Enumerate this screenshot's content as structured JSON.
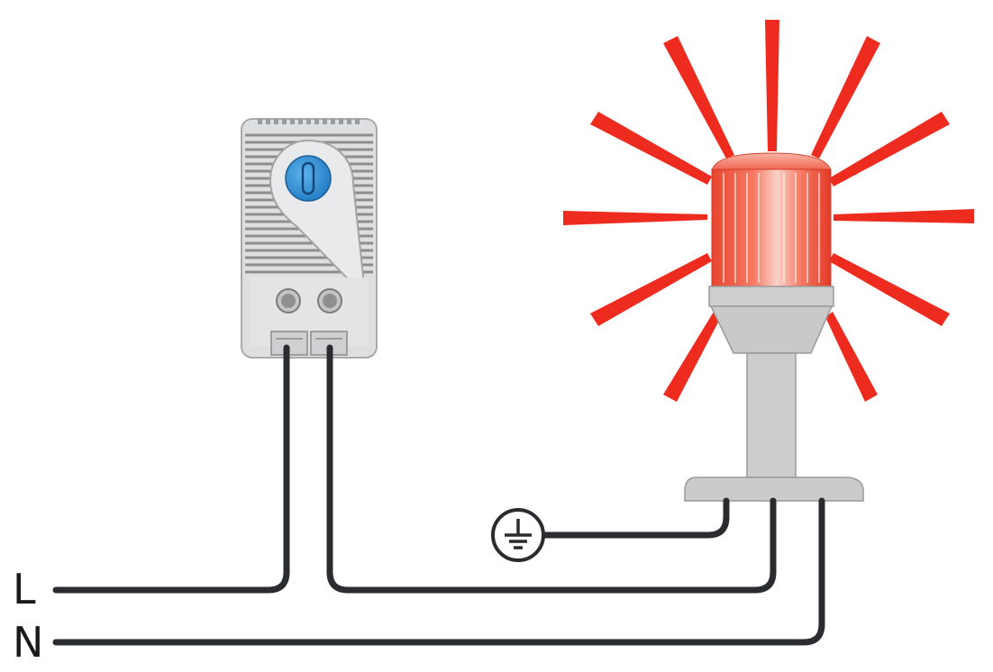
{
  "terminals": {
    "line": "L",
    "neutral": "N"
  },
  "colors": {
    "wire": "#2b2c2f",
    "beacon_rays": "#ee2b1f",
    "beacon_lens": "#f0604a",
    "thermostat_body": "#d9dadb",
    "thermostat_knob": "#2d8fd5"
  },
  "icons": {
    "ground": "protective-earth-symbol",
    "thermostat": "thermostat-device",
    "beacon": "warning-beacon"
  }
}
